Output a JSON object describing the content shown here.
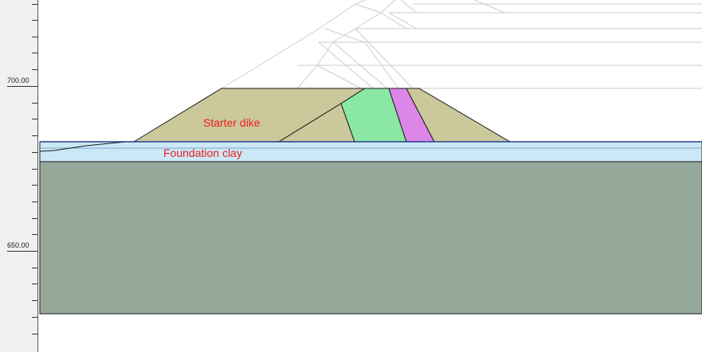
{
  "ruler": {
    "labels": [
      "700.00",
      "650.00"
    ]
  },
  "model": {
    "material_labels": {
      "starter_dike": "Starter dike",
      "foundation_clay": "Foundation clay"
    },
    "colors": {
      "starter_dike": "#cbc89c",
      "core_green": "#8ae8a4",
      "filter_magenta": "#dc86e8",
      "foundation_clay": "#cbe8f6",
      "bedrock": "#96a89a",
      "label": "#e8201c",
      "boundary": "#1a1a1a",
      "construction_lines": "#cccccc"
    }
  }
}
